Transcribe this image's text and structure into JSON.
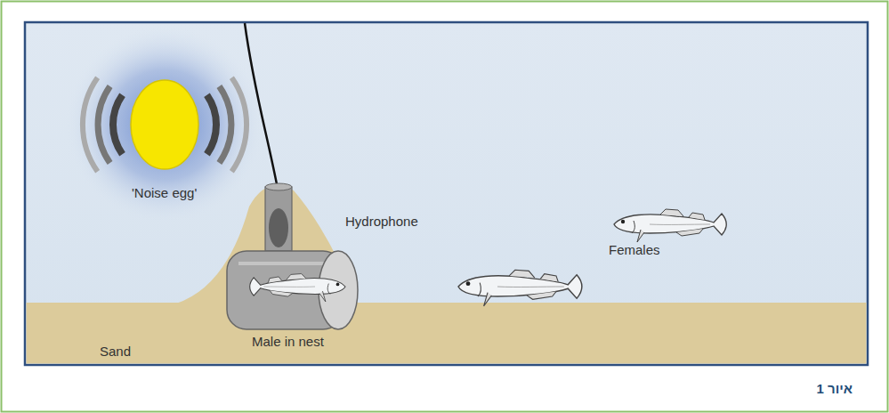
{
  "diagram": {
    "caption": "איור 1",
    "labels": [
      "'Noise egg'",
      "Hydrophone",
      "Females",
      "Male in nest",
      "Sand"
    ]
  }
}
